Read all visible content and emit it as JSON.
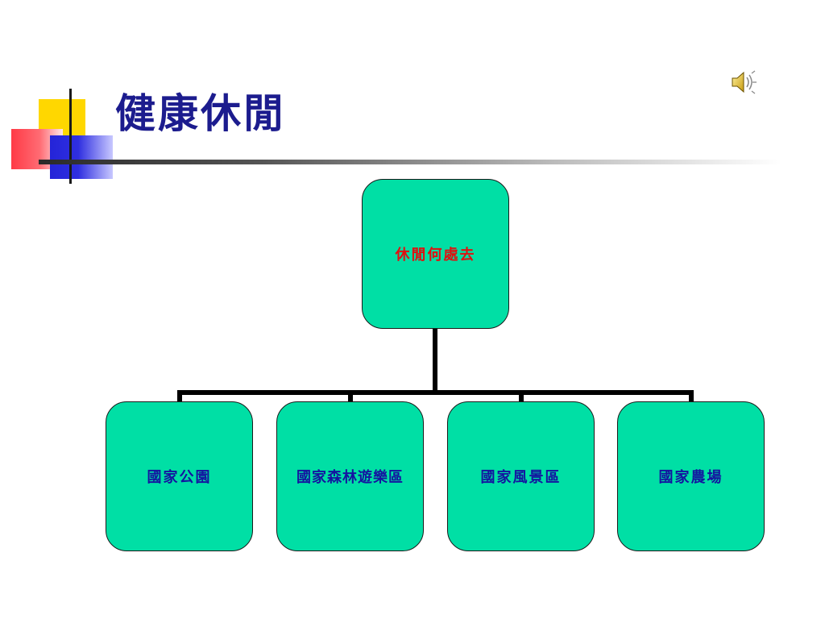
{
  "slide": {
    "title": "健康休閒",
    "accent_color": "#1c1c8e",
    "icons": {
      "audio": "speaker-icon"
    }
  },
  "diagram": {
    "type": "org-chart",
    "node_fill": "#00dfa5",
    "root": {
      "label": "休閒何處去",
      "text_color": "#e01010"
    },
    "children": [
      {
        "label": "國家公園",
        "text_color": "#1414a0"
      },
      {
        "label": "國家森林遊樂區",
        "text_color": "#1414a0"
      },
      {
        "label": "國家風景區",
        "text_color": "#1414a0"
      },
      {
        "label": "國家農場",
        "text_color": "#1414a0"
      }
    ]
  }
}
